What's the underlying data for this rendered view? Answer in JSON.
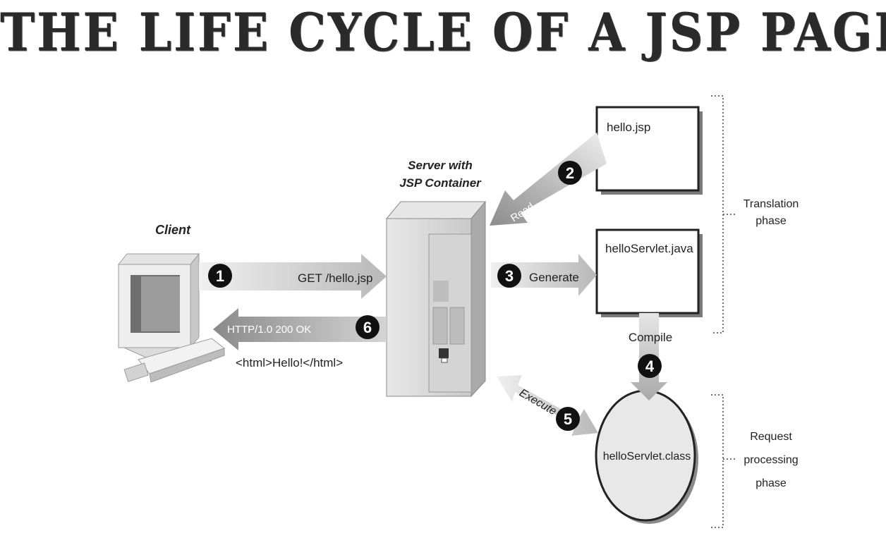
{
  "title": "THE LIFE CYCLE OF A JSP PAGE",
  "nodes": {
    "client": "Client",
    "server_line1": "Server with",
    "server_line2": "JSP Container",
    "hello_jsp": "hello.jsp",
    "hello_servlet_java": "helloServlet.java",
    "hello_servlet_class": "helloServlet.class"
  },
  "edges": {
    "get": "GET /hello.jsp",
    "http": "HTTP/1.0 200 OK",
    "html": "<html>Hello!</html>",
    "read": "Read",
    "generate": "Generate",
    "compile": "Compile",
    "execute": "Execute"
  },
  "steps": [
    "1",
    "2",
    "3",
    "4",
    "5",
    "6"
  ],
  "phases": {
    "translation_line1": "Translation",
    "translation_line2": "phase",
    "request_line1": "Request",
    "request_line2": "processing",
    "request_line3": "phase"
  }
}
